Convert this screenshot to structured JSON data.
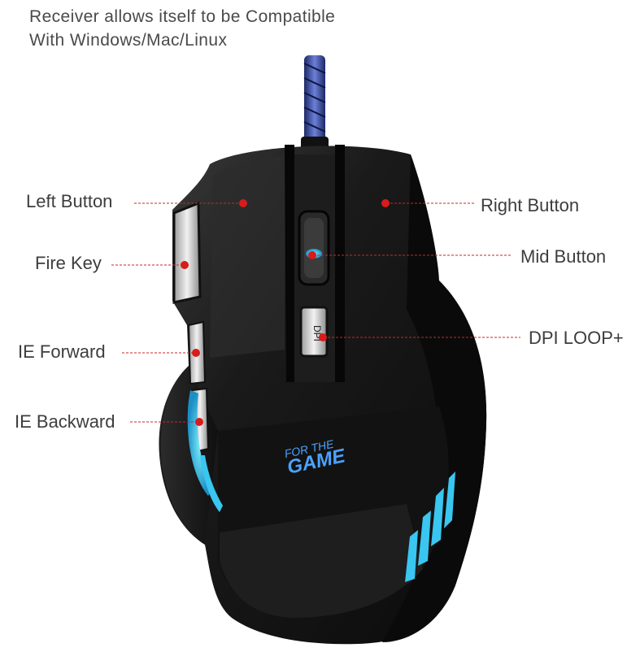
{
  "header": {
    "line1": "Receiver allows itself to be Compatible",
    "line2": "With Windows/Mac/Linux"
  },
  "callouts": {
    "left_button": "Left Button",
    "right_button": "Right Button",
    "fire_key": "Fire Key",
    "mid_button": "Mid Button",
    "ie_forward": "IE Forward",
    "dpi_loop": "DPI LOOP+",
    "ie_backward": "IE Backward"
  },
  "mouse": {
    "dpi_button_text": "DPI",
    "logo_line1": "FOR THE",
    "logo_line2": "GAME"
  },
  "colors": {
    "mouse_body": "#141414",
    "accent_glow": "#39c6f0",
    "callout_line": "#c62828"
  }
}
